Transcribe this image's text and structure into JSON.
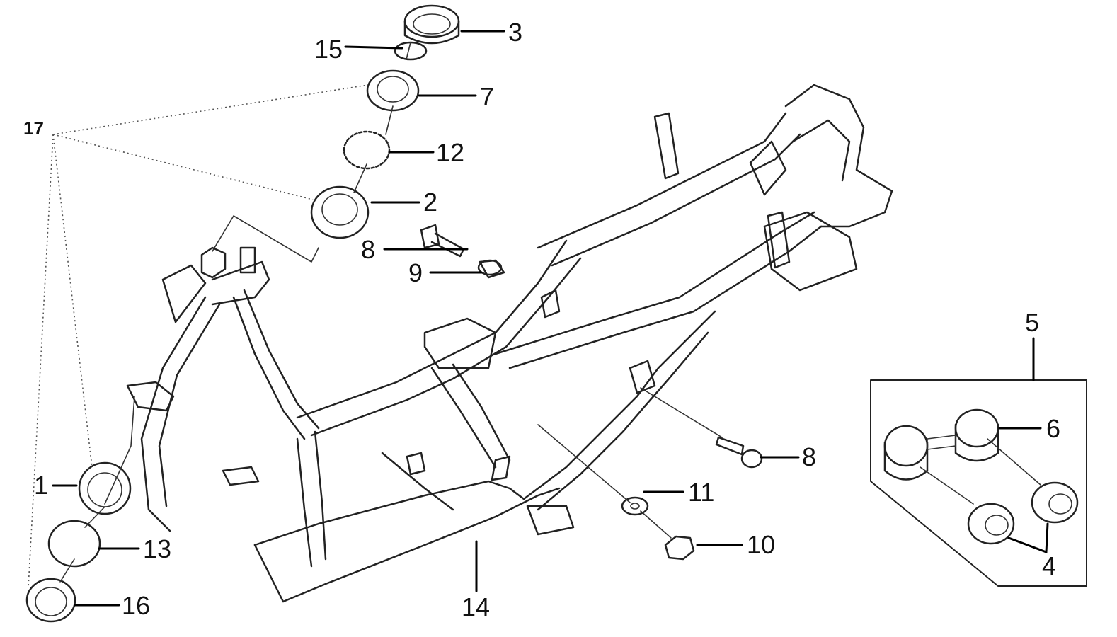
{
  "labels": {
    "l1": "1",
    "l2": "2",
    "l3": "3",
    "l4": "4",
    "l5": "5",
    "l6": "6",
    "l7": "7",
    "l8a": "8",
    "l8b": "8",
    "l9": "9",
    "l10": "10",
    "l11": "11",
    "l12": "12",
    "l13": "13",
    "l14": "14",
    "l15": "15",
    "l16": "16",
    "l17": "17"
  }
}
